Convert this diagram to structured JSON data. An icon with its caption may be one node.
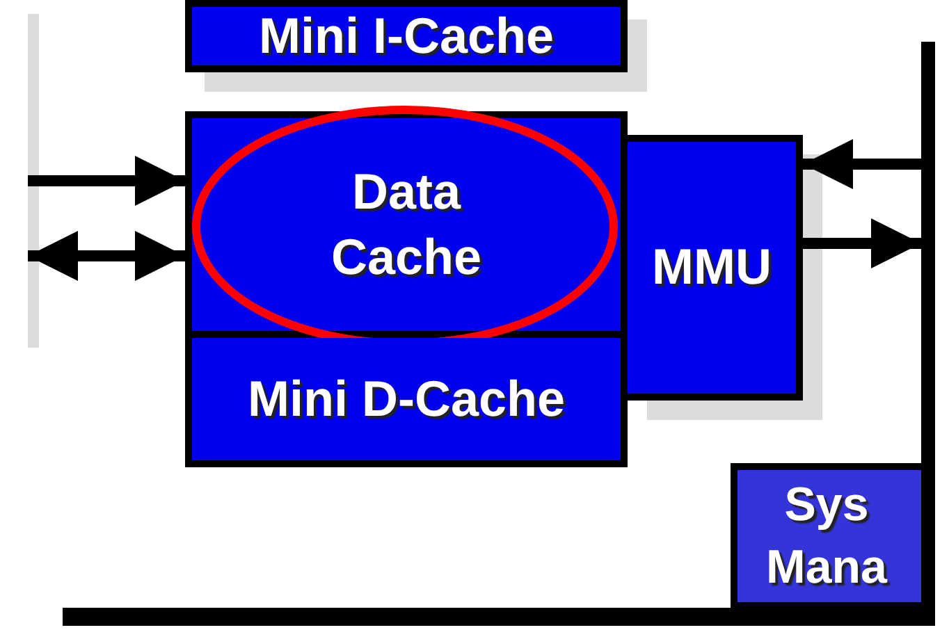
{
  "diagram": {
    "nodes": [
      {
        "text": [
          "Mini I-Cache"
        ]
      },
      {
        "text": [
          "Data Cache"
        ]
      },
      {
        "text": [
          "Mini D-Cache"
        ]
      },
      {
        "text": [
          "MMU"
        ]
      },
      {
        "text": [
          "Sys Mana"
        ]
      }
    ],
    "edges": [
      {
        "from": null,
        "to": 1,
        "arrow": "to"
      },
      {
        "from": null,
        "to": 1,
        "arrow": "both"
      },
      {
        "from": null,
        "to": 3,
        "arrow": "to"
      },
      {
        "from": 3,
        "to": null,
        "arrow": "to"
      }
    ]
  }
}
